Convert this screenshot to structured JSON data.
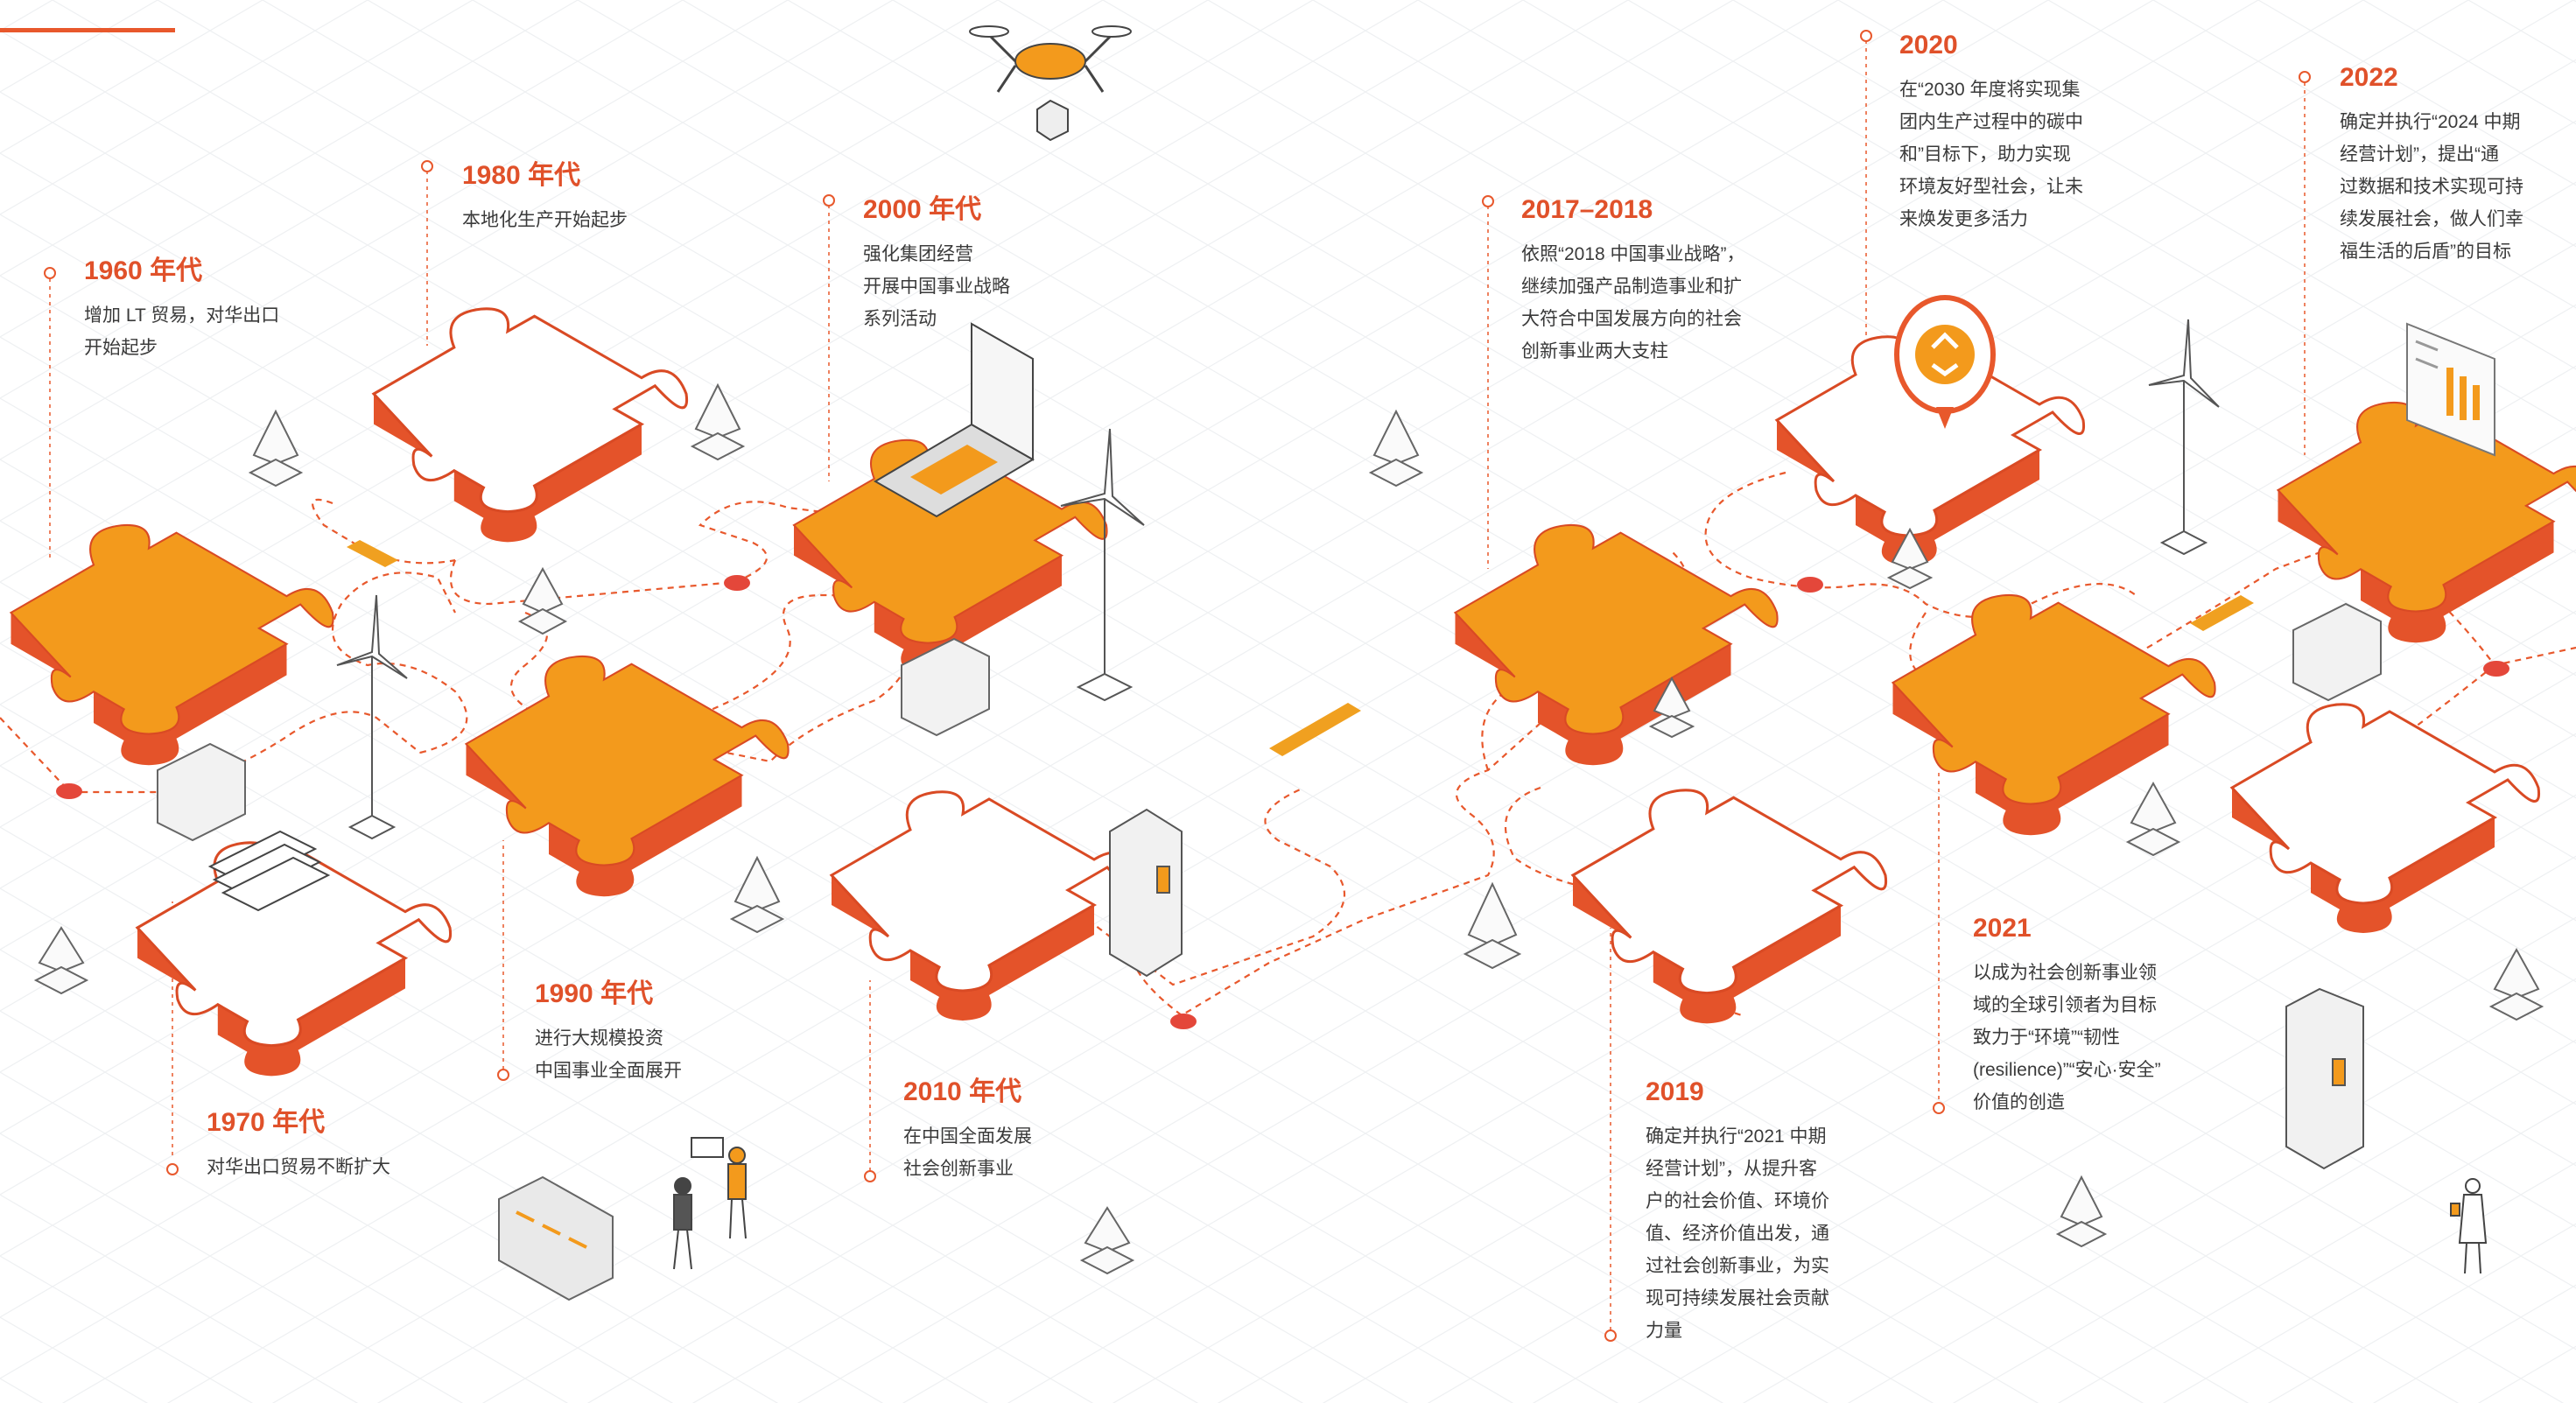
{
  "colors": {
    "accent": "#e8582c",
    "puzzle_orange": "#f39a1c",
    "puzzle_side": "#e4532a",
    "route_dash": "#e8582c",
    "grid": "#eef0f2"
  },
  "milestones": [
    {
      "id": "1960",
      "year": "1960 年代",
      "desc": "增加 LT 贸易，对华出口\n开始起步"
    },
    {
      "id": "1970",
      "year": "1970 年代",
      "desc": "对华出口贸易不断扩大"
    },
    {
      "id": "1980",
      "year": "1980 年代",
      "desc": "本地化生产开始起步"
    },
    {
      "id": "1990",
      "year": "1990 年代",
      "desc": "进行大规模投资\n中国事业全面展开"
    },
    {
      "id": "2000",
      "year": "2000 年代",
      "desc": "强化集团经营\n开展中国事业战略\n系列活动"
    },
    {
      "id": "2010",
      "year": "2010 年代",
      "desc": "在中国全面发展\n社会创新事业"
    },
    {
      "id": "2017",
      "year": "2017–2018",
      "desc": "依照“2018 中国事业战略”，\n继续加强产品制造事业和扩\n大符合中国发展方向的社会\n创新事业两大支柱"
    },
    {
      "id": "2019",
      "year": "2019",
      "desc": "确定并执行“2021 中期\n经营计划”，从提升客\n户的社会价值、环境价\n值、经济价值出发，通\n过社会创新事业，为实\n现可持续发展社会贡献\n力量"
    },
    {
      "id": "2020",
      "year": "2020",
      "desc": "在“2030 年度将实现集\n团内生产过程中的碳中\n和”目标下，助力实现\n环境友好型社会，让未\n来焕发更多活力"
    },
    {
      "id": "2021",
      "year": "2021",
      "desc": "以成为社会创新事业领\n域的全球引领者为目标\n致力于“环境”“韧性\n(resilience)”“安心·安全”\n价值的创造"
    },
    {
      "id": "2022",
      "year": "2022",
      "desc": "确定并执行“2024 中期\n经营计划”，提出“通\n过数据和技术实现可持\n续发展社会，做人们幸\n福生活的后盾”的目标"
    }
  ],
  "icons": {
    "drone": "drone-icon",
    "laptop": "laptop-icon",
    "envelopes": "envelopes-icon",
    "wind_turbine": "wind-turbine-icon",
    "solar_panel": "solar-panel-icon",
    "tree": "tree-icon",
    "building": "building-icon",
    "recycle": "recycle-pin-icon",
    "chart": "chart-panel-icon",
    "boxes": "boxes-icon",
    "people": "people-icon",
    "person": "person-icon"
  }
}
